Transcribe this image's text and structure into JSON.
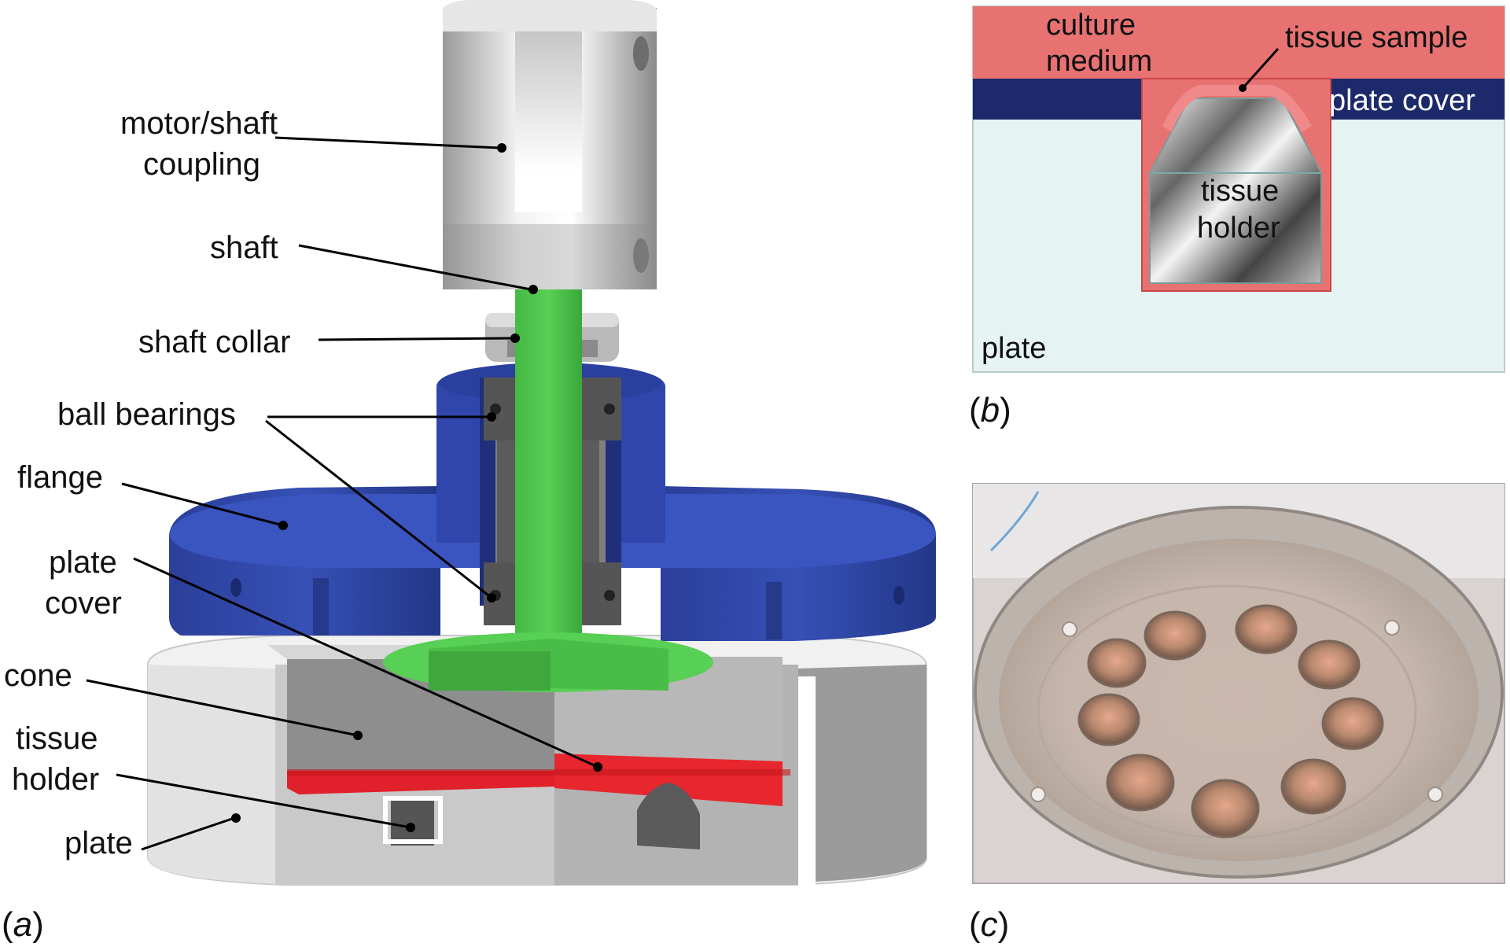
{
  "panel_a": {
    "marker": "(a)",
    "marker_open": "(",
    "marker_letter": "a",
    "marker_close": ")",
    "labels": {
      "coupling_line1": "motor/shaft",
      "coupling_line2": "coupling",
      "shaft": "shaft",
      "shaft_collar": "shaft collar",
      "ball_bearings": "ball bearings",
      "flange": "flange",
      "plate_cover_line1": "plate",
      "plate_cover_line2": "cover",
      "cone": "cone",
      "tissue_holder_line1": "tissue",
      "tissue_holder_line2": "holder",
      "plate": "plate"
    }
  },
  "panel_b": {
    "marker_open": "(",
    "marker_letter": "b",
    "marker_close": ")",
    "labels": {
      "culture_medium_line1": "culture",
      "culture_medium_line2": "medium",
      "tissue_sample": "tissue sample",
      "plate_cover": "plate cover",
      "tissue_holder_line1": "tissue",
      "tissue_holder_line2": "holder",
      "plate": "plate"
    }
  },
  "panel_c": {
    "marker_open": "(",
    "marker_letter": "c",
    "marker_close": ")"
  },
  "colors": {
    "shaft_green": "#4cc24a",
    "flange_blue": "#2f45a8",
    "plate_cover_red": "#e0202a",
    "culture_medium_pink": "#e87272",
    "plate_cover_navy": "#1c2a6b",
    "plate_bg": "#e6f3f3"
  }
}
